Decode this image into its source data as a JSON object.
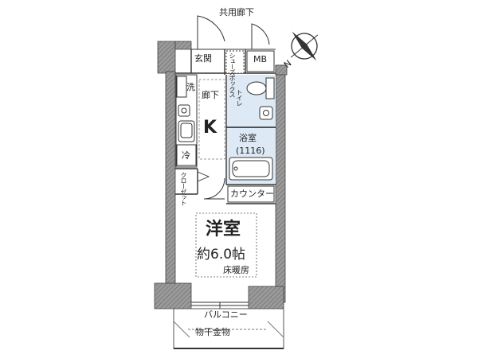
{
  "labels": {
    "corridor_shared": "共用廊下",
    "entrance": "玄関",
    "shoe_box": "シューズボックス",
    "mb": "MB",
    "wash": "洗",
    "hallway": "廊下",
    "toilet": "トイレ",
    "kitchen": "K",
    "bath": "浴室",
    "bath_size": "(1116)",
    "fridge": "冷",
    "closet": "クローゼット",
    "counter": "カウンター",
    "western_room": "洋室",
    "room_size": "約6.0帖",
    "floor_heating": "床暖房",
    "balcony": "バルコニー",
    "clothes_hanger": "物干金物",
    "compass": "N"
  },
  "colors": {
    "wall": "#8a8a8a",
    "wall_dark": "#5e5e5e",
    "floor": "#ffffff",
    "wet_area": "#dde9f5",
    "line": "#333333"
  }
}
